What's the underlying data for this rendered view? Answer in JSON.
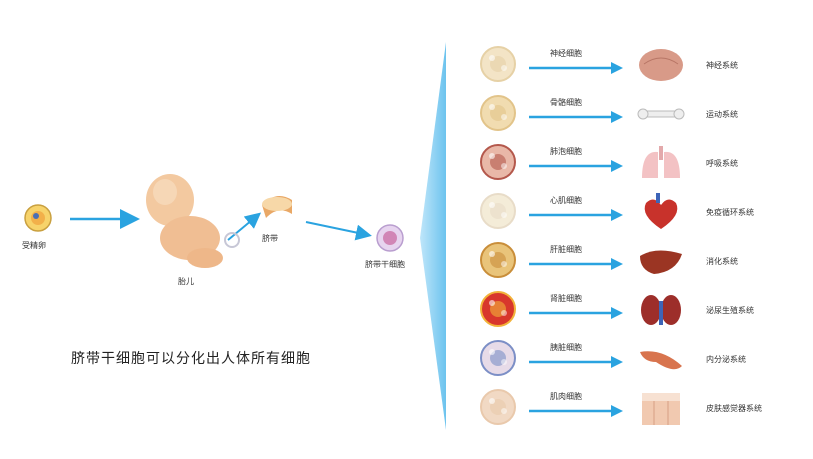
{
  "left": {
    "egg_label": "受精卵",
    "fetus_label": "胎儿",
    "cord_label": "脐带",
    "stemcell_label": "脐带干细胞",
    "caption": "脐带干细胞可以分化出人体所有细胞"
  },
  "rows": [
    {
      "cell": "神经细胞",
      "system": "神经系统",
      "cell_icon": "nerve-cell-icon",
      "organ_icon": "brain-icon"
    },
    {
      "cell": "骨骼细胞",
      "system": "运动系统",
      "cell_icon": "bone-cell-icon",
      "organ_icon": "bone-icon"
    },
    {
      "cell": "肺泡细胞",
      "system": "呼吸系统",
      "cell_icon": "alveolar-cell-icon",
      "organ_icon": "lungs-icon"
    },
    {
      "cell": "心肌细胞",
      "system": "免疫循环系统",
      "cell_icon": "cardiac-cell-icon",
      "organ_icon": "heart-icon"
    },
    {
      "cell": "肝脏细胞",
      "system": "消化系统",
      "cell_icon": "liver-cell-icon",
      "organ_icon": "liver-icon"
    },
    {
      "cell": "肾脏细胞",
      "system": "泌尿生殖系统",
      "cell_icon": "kidney-cell-icon",
      "organ_icon": "kidney-icon"
    },
    {
      "cell": "胰脏细胞",
      "system": "内分泌系统",
      "cell_icon": "pancreas-cell-icon",
      "organ_icon": "pancreas-icon"
    },
    {
      "cell": "肌肉细胞",
      "system": "皮肤感觉器系统",
      "cell_icon": "muscle-cell-icon",
      "organ_icon": "skin-icon"
    }
  ],
  "colors": {
    "arrow": "#2aa3e0",
    "fan": "#8fd0f2"
  }
}
